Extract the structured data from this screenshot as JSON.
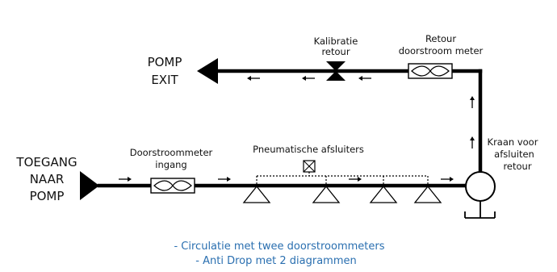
{
  "inlet": {
    "line1": "TOEGANG",
    "line2": "NAAR",
    "line3": "POMP"
  },
  "outlet": {
    "line1": "POMP",
    "line2": "EXIT"
  },
  "flowmeter_in": {
    "line1": "Doorstroommeter",
    "line2": "ingang"
  },
  "pneumatic_valves": {
    "label": "Pneumatische afsluiters"
  },
  "calibration": {
    "line1": "Kalibratie",
    "line2": "retour"
  },
  "flowmeter_return": {
    "line1": "Retour",
    "line2": "doorstroom meter"
  },
  "shutoff_valve": {
    "line1": "Kraan voor",
    "line2": "afsluiten",
    "line3": "retour"
  },
  "caption": {
    "line1": "- Circulatie met twee doorstroommeters",
    "line2": "- Anti Drop met 2 diagrammen"
  }
}
